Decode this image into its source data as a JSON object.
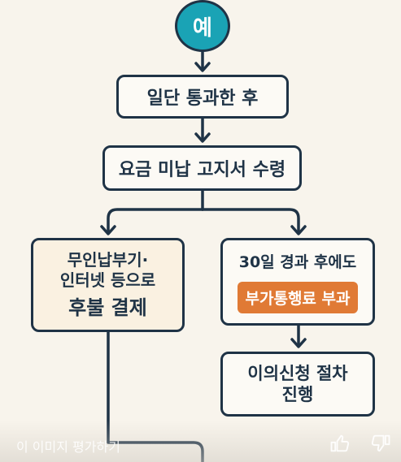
{
  "start": "예",
  "step1": "일단 통과한 후",
  "step2": "요금 미납 고지서 수령",
  "left_box": {
    "line1": "무인납부기·",
    "line2": "인터넷 등으로",
    "line3": "후불 결제"
  },
  "right_box": {
    "line1": "30일 경과 후에도",
    "badge": "부가통행료 부과"
  },
  "final_box": {
    "line1": "이의신청 절차",
    "line2": "진행"
  },
  "footer": {
    "label": "이 이미지 평가하기",
    "like_icon": "thumbs-up-icon",
    "dislike_icon": "thumbs-down-icon"
  },
  "colors": {
    "outline": "#1f3346",
    "start": "#1aa3b5",
    "badge": "#e07a35",
    "background": "#f8f4ec"
  }
}
